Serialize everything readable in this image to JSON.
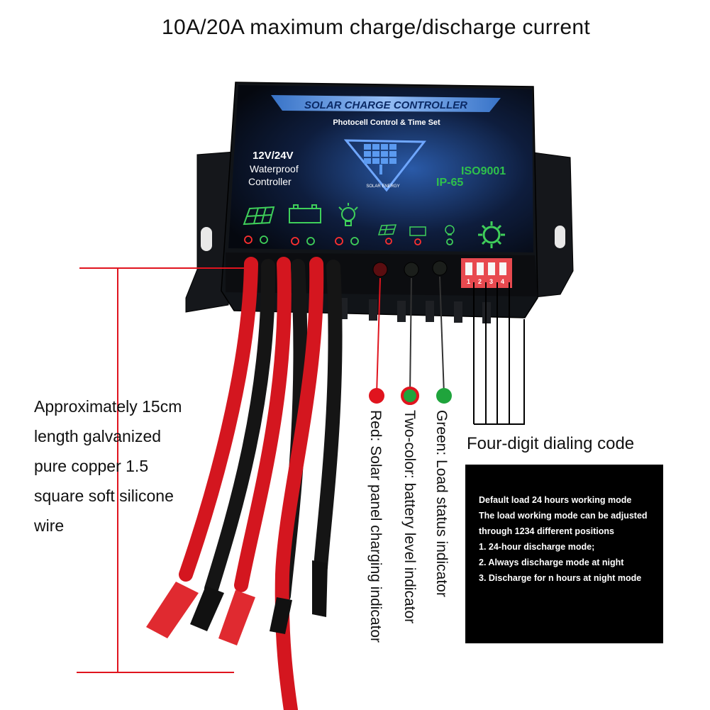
{
  "headline": "10A/20A maximum charge/discharge current",
  "device": {
    "title": "SOLAR CHARGE CONTROLLER",
    "subtitle": "Photocell Control & Time Set",
    "voltage": "12V/24V",
    "waterproof": "Waterproof",
    "controller": "Controller",
    "logo_caption": "SOLAR ENERGY",
    "iso": "ISO9001",
    "ip": "IP-65",
    "dip_numbers": [
      "1",
      "2",
      "3",
      "4"
    ]
  },
  "wire_description": [
    "Approximately 15cm",
    "length galvanized",
    "pure copper 1.5",
    "square soft silicone",
    "wire"
  ],
  "indicators": [
    {
      "label": "Red: Solar panel charging indicator",
      "color": "#e0141e"
    },
    {
      "label": "Two-color: battery level indicator",
      "color": "#1fa43c"
    },
    {
      "label": "Green: Load status indicator",
      "color": "#1fa43c"
    }
  ],
  "dip_switch": {
    "title": "Four-digit dialing code",
    "lines": [
      "Default load 24 hours working mode",
      "The load working mode can be adjusted",
      "through 1234 different positions",
      "1. 24-hour discharge mode;",
      "2. Always discharge mode at night",
      "3. Discharge for n hours at night mode"
    ]
  },
  "colors": {
    "accent_red": "#e0141e",
    "green": "#1fa43c",
    "case": "#111418",
    "panel_blue": "#1b3a6e",
    "dip": "#e8494f"
  }
}
